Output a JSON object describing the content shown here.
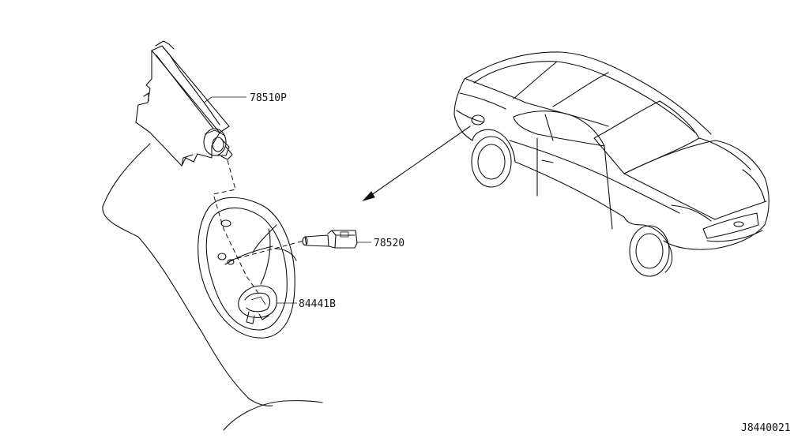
{
  "parts": [
    {
      "id": "actuator",
      "number": "78510P"
    },
    {
      "id": "rod",
      "number": "78520"
    },
    {
      "id": "lid-holder",
      "number": "84441B"
    }
  ],
  "diagram_code": "J8440021",
  "colors": {
    "line": "#111111",
    "background": "#ffffff"
  }
}
